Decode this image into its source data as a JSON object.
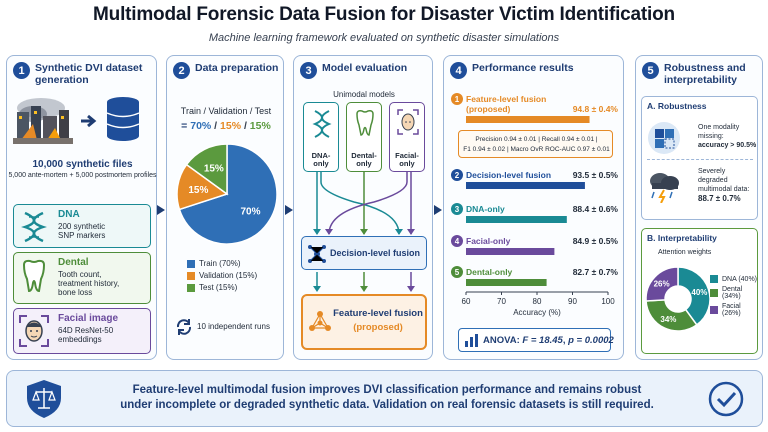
{
  "header": {
    "title": "Multimodal Forensic Data Fusion for Disaster Victim Identification",
    "subtitle": "Machine learning framework evaluated on synthetic disaster simulations"
  },
  "panels": {
    "p1": {
      "num": "1",
      "title": "Synthetic DVI dataset generation",
      "files": "10,000 synthetic files",
      "profiles": "5,000 ante-mortem + 5,000 postmortem profiles"
    },
    "p2": {
      "num": "2",
      "title": "Data preparation",
      "split_label": "Train / Validation / Test",
      "split_eq": "=",
      "split_train": "70%",
      "split_sep": "/",
      "split_val": "15%",
      "split_test": "15%",
      "runs": "10 independent runs"
    },
    "p3": {
      "num": "3",
      "title": "Model evaluation",
      "unimodal": "Unimodal models",
      "decision": "Decision-level fusion",
      "feature_line1": "Feature-level fusion",
      "feature_line2": "(proposed)"
    },
    "p4": {
      "num": "4",
      "title": "Performance results",
      "metrics_line1": "Precision 0.94 ± 0.01  |  Recall 0.94 ± 0.01  |",
      "metrics_line2": "F1 0.94 ± 0.02  |  Macro OvR ROC-AUC 0.97 ± 0.01",
      "anova_prefix": "ANOVA:",
      "anova_f": "F = 18.45",
      "anova_sep": ",",
      "anova_p": "p = 0.0002"
    },
    "p5": {
      "num": "5",
      "title": "Robustness and interpretability",
      "a_title": "A. Robustness",
      "a1_line1": "One modality",
      "a1_line2": "missing:",
      "a1_line3": "accuracy > 90.5%",
      "a2_line1": "Severely",
      "a2_line2": "degraded",
      "a2_line3": "multimodal data:",
      "a2_line4": "88.7 ± 0.7%",
      "b_title": "B. Interpretability",
      "b_sub": "Attention weights"
    }
  },
  "modalities": [
    {
      "title": "DNA",
      "desc": [
        "200 synthetic",
        "SNP markers"
      ],
      "color": "#1a8a94"
    },
    {
      "title": "Dental",
      "desc": [
        "Tooth count,",
        "treatment history,",
        "bone loss"
      ],
      "color": "#4e8d3a"
    },
    {
      "title": "Facial image",
      "desc": [
        "64D ResNet-50",
        "embeddings"
      ],
      "color": "#6a4a9c"
    }
  ],
  "unimodal_boxes": [
    {
      "label": [
        "DNA-",
        "only"
      ],
      "color": "#1a8a94"
    },
    {
      "label": [
        "Dental-",
        "only"
      ],
      "color": "#4e8d3a"
    },
    {
      "label": [
        "Facial-",
        "only"
      ],
      "color": "#6a4a9c"
    }
  ],
  "colors": {
    "navy": "#1f3d73",
    "train": "#2f6fb6",
    "val": "#e58a26",
    "test": "#5b9a3e",
    "orange": "#e58a26",
    "teal": "#1a8a94",
    "purple": "#6a4a9c",
    "green": "#4e8d3a"
  },
  "chart_data": [
    {
      "type": "pie",
      "categories": [
        "Train (70%)",
        "Validation (15%)",
        "Test (15%)"
      ],
      "slice_labels": [
        "70%",
        "15%",
        "15%"
      ],
      "values": [
        70,
        15,
        15
      ],
      "colors": [
        "#2f6fb6",
        "#e58a26",
        "#5b9a3e"
      ],
      "legend": "bottom"
    },
    {
      "type": "bar",
      "orientation": "horizontal",
      "categories": [
        "Feature-level fusion (proposed)",
        "Decision-level fusion",
        "DNA-only",
        "Facial-only",
        "Dental-only"
      ],
      "labels": [
        [
          "Feature-level fusion",
          "(proposed)"
        ],
        [
          "Decision-level fusion"
        ],
        [
          "DNA-only"
        ],
        [
          "Facial-only"
        ],
        [
          "Dental-only"
        ]
      ],
      "numbers": [
        "1",
        "2",
        "3",
        "4",
        "5"
      ],
      "values": [
        94.8,
        93.5,
        88.4,
        84.9,
        82.7
      ],
      "value_labels": [
        "94.8 ± 0.4%",
        "93.5 ± 0.5%",
        "88.4 ± 0.6%",
        "84.9 ± 0.5%",
        "82.7 ± 0.7%"
      ],
      "colors": [
        "#e58a26",
        "#1f4e9a",
        "#1a8a94",
        "#6a4a9c",
        "#4e8d3a"
      ],
      "xlim": [
        60,
        100
      ],
      "xticks": [
        "60",
        "70",
        "80",
        "90",
        "100"
      ],
      "xlabel": "Accuracy (%)"
    },
    {
      "type": "pie",
      "donut": true,
      "categories": [
        "DNA (40%)",
        "Dental (34%)",
        "Facial (26%)"
      ],
      "slice_labels": [
        "40%",
        "34%",
        "26%"
      ],
      "values": [
        40,
        34,
        26
      ],
      "colors": [
        "#1a8a94",
        "#4e8d3a",
        "#6a4a9c"
      ],
      "legend": "right"
    }
  ],
  "footer": {
    "line1": "Feature-level multimodal fusion improves DVI classification performance and remains robust",
    "line2": "under incomplete or degraded synthetic data. Validation on real forensic datasets is still required."
  }
}
